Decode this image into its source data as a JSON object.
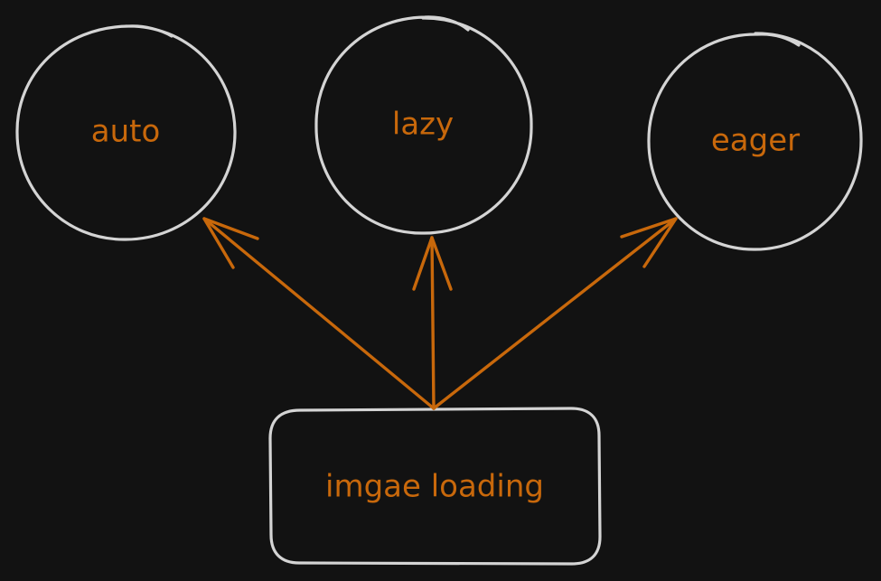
{
  "colors": {
    "background": "#121212",
    "outline": "#d4d4d4",
    "accent": "#c8680b"
  },
  "nodes": {
    "source": {
      "label": "imgae loading",
      "shape": "rounded-rectangle"
    },
    "targets": [
      {
        "label": "auto",
        "shape": "circle"
      },
      {
        "label": "lazy",
        "shape": "circle"
      },
      {
        "label": "eager",
        "shape": "circle"
      }
    ]
  },
  "edges": [
    {
      "from": "imgae loading",
      "to": "auto"
    },
    {
      "from": "imgae loading",
      "to": "lazy"
    },
    {
      "from": "imgae loading",
      "to": "eager"
    }
  ]
}
